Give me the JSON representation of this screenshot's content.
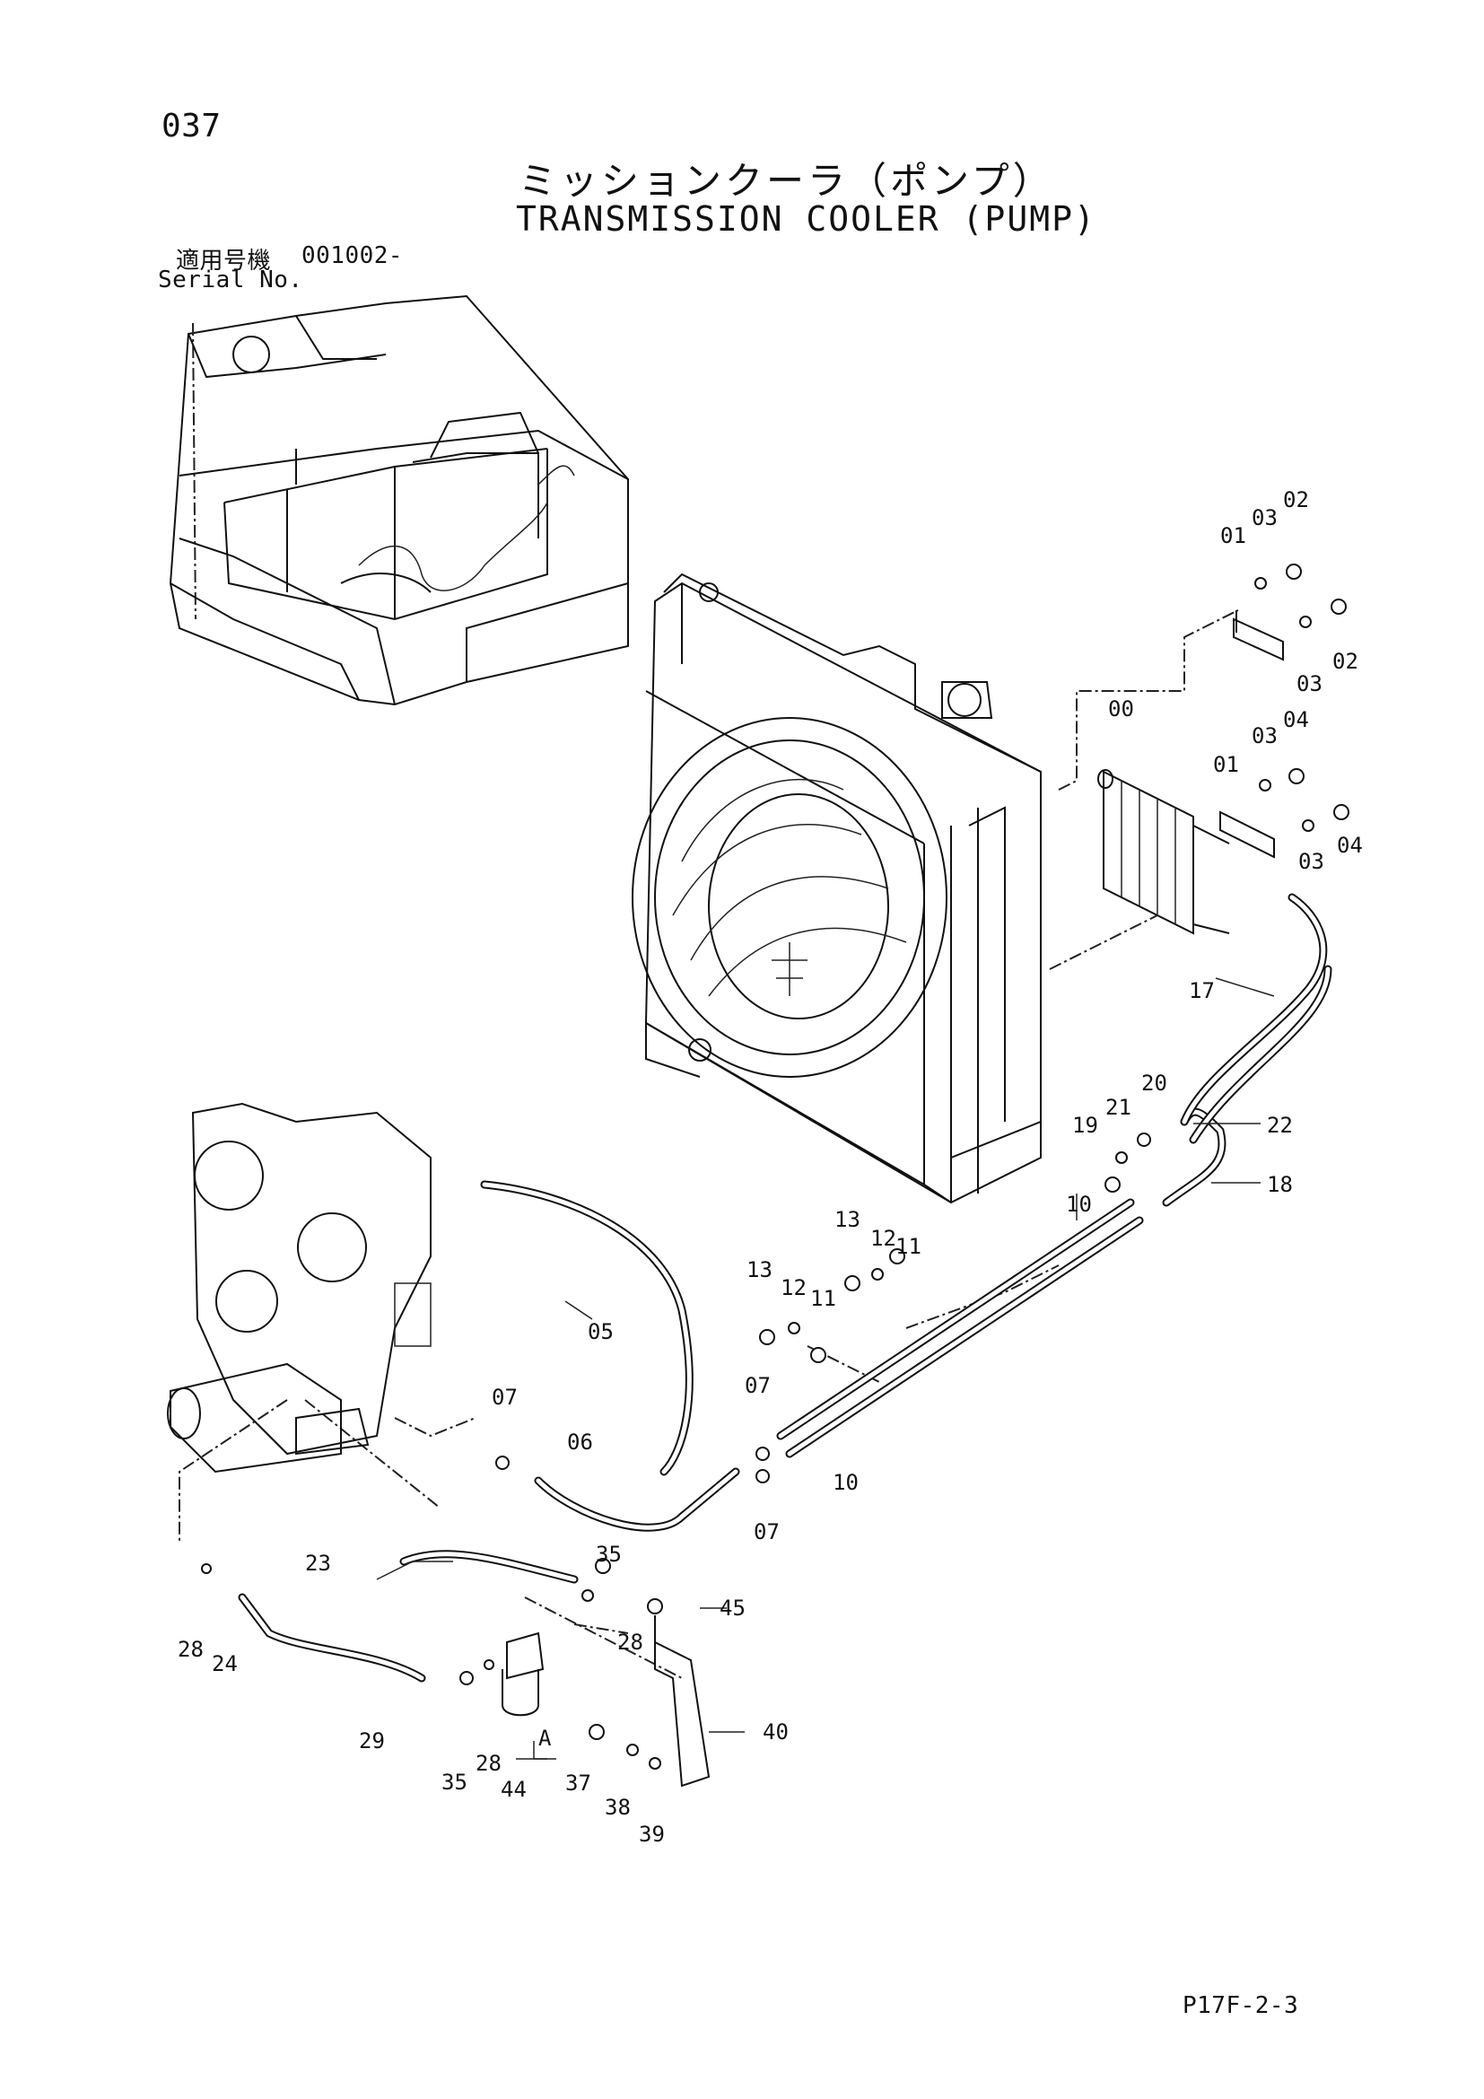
{
  "header": {
    "page_number": "037",
    "title_ja": "ミッションクーラ（ポンプ）",
    "title_en": "TRANSMISSION COOLER (PUMP)",
    "serial_label_ja": "適用号機",
    "serial_value": "001002-",
    "serial_label_en": "Serial No."
  },
  "footer": {
    "page_code": "P17F-2-3"
  },
  "callouts": [
    {
      "id": "c02a",
      "text": "02"
    },
    {
      "id": "c03a",
      "text": "03"
    },
    {
      "id": "c01a",
      "text": "01"
    },
    {
      "id": "c02b",
      "text": "02"
    },
    {
      "id": "c03b",
      "text": "03"
    },
    {
      "id": "c00",
      "text": "00"
    },
    {
      "id": "c03c",
      "text": "03"
    },
    {
      "id": "c04a",
      "text": "04"
    },
    {
      "id": "c01b",
      "text": "01"
    },
    {
      "id": "c04b",
      "text": "04"
    },
    {
      "id": "c03d",
      "text": "03"
    },
    {
      "id": "c17",
      "text": "17"
    },
    {
      "id": "c20",
      "text": "20"
    },
    {
      "id": "c21",
      "text": "21"
    },
    {
      "id": "c19",
      "text": "19"
    },
    {
      "id": "c22",
      "text": "22"
    },
    {
      "id": "c18",
      "text": "18"
    },
    {
      "id": "c10a",
      "text": "10"
    },
    {
      "id": "c13a",
      "text": "13"
    },
    {
      "id": "c12a",
      "text": "12"
    },
    {
      "id": "c11a",
      "text": "11"
    },
    {
      "id": "c13b",
      "text": "13"
    },
    {
      "id": "c12b",
      "text": "12"
    },
    {
      "id": "c11b",
      "text": "11"
    },
    {
      "id": "c05",
      "text": "05"
    },
    {
      "id": "c07a",
      "text": "07"
    },
    {
      "id": "c07b",
      "text": "07"
    },
    {
      "id": "c06",
      "text": "06"
    },
    {
      "id": "c10b",
      "text": "10"
    },
    {
      "id": "c07c",
      "text": "07"
    },
    {
      "id": "c23",
      "text": "23"
    },
    {
      "id": "c35a",
      "text": "35"
    },
    {
      "id": "c45",
      "text": "45"
    },
    {
      "id": "c28a",
      "text": "28"
    },
    {
      "id": "c28b",
      "text": "28"
    },
    {
      "id": "c24",
      "text": "24"
    },
    {
      "id": "c40",
      "text": "40"
    },
    {
      "id": "c29",
      "text": "29"
    },
    {
      "id": "cA",
      "text": "A"
    },
    {
      "id": "c35b",
      "text": "35"
    },
    {
      "id": "c28c",
      "text": "28"
    },
    {
      "id": "c37",
      "text": "37"
    },
    {
      "id": "c44",
      "text": "44"
    },
    {
      "id": "c38",
      "text": "38"
    },
    {
      "id": "c39",
      "text": "39"
    }
  ]
}
